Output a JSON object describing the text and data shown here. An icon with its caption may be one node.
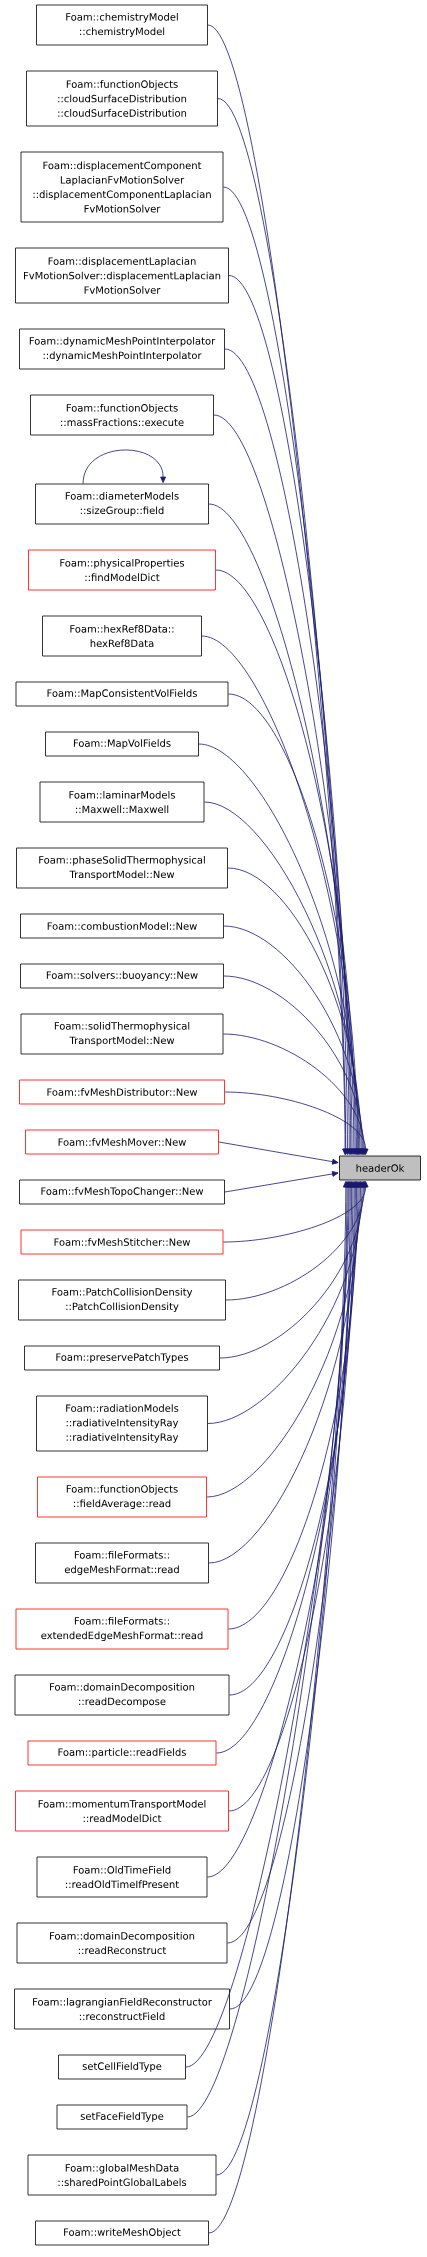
{
  "diagram": {
    "nodes": [
      {
        "text": [
          "Foam::chemistryModel ::chemistryModel"
        ]
      },
      {
        "text": [
          "Foam::functionObjects ::cloudSurfaceDistribution ::cloudSurfaceDistribution"
        ]
      },
      {
        "text": [
          "Foam::displacementComponent LaplacianFvMotionSolver ::displacementComponentLaplacian FvMotionSolver"
        ]
      },
      {
        "text": [
          "Foam::displacementLaplacian FvMotionSolver::displacementLaplacian FvMotionSolver"
        ]
      },
      {
        "text": [
          "Foam::dynamicMeshPointInterpolator ::dynamicMeshPointInterpolator"
        ]
      },
      {
        "text": [
          "Foam::functionObjects ::massFractions::execute"
        ]
      },
      {
        "text": [
          "Foam::diameterModels ::sizeGroup::field"
        ]
      },
      {
        "text": [
          "Foam::physicalProperties ::findModelDict"
        ]
      },
      {
        "text": [
          "Foam::hexRef8Data:: hexRef8Data"
        ]
      },
      {
        "text": [
          "Foam::MapConsistentVolFields"
        ]
      },
      {
        "text": [
          "Foam::MapVolFields"
        ]
      },
      {
        "text": [
          "Foam::laminarModels ::Maxwell::Maxwell"
        ]
      },
      {
        "text": [
          "Foam::phaseSolidThermophysical TransportModel::New"
        ]
      },
      {
        "text": [
          "Foam::combustionModel::New"
        ]
      },
      {
        "text": [
          "Foam::solvers::buoyancy::New"
        ]
      },
      {
        "text": [
          "Foam::solidThermophysical TransportModel::New"
        ]
      },
      {
        "text": [
          "Foam::fvMeshDistributor::New"
        ]
      },
      {
        "text": [
          "Foam::fvMeshMover::New"
        ]
      },
      {
        "text": [
          "Foam::fvMeshTopoChanger::New"
        ]
      },
      {
        "text": [
          "Foam::fvMeshStitcher::New"
        ]
      },
      {
        "text": [
          "Foam::PatchCollisionDensity ::PatchCollisionDensity"
        ]
      },
      {
        "text": [
          "Foam::preservePatchTypes"
        ]
      },
      {
        "text": [
          "Foam::radiationModels ::radiativeIntensityRay ::radiativeIntensityRay"
        ]
      },
      {
        "text": [
          "Foam::functionObjects ::fieldAverage::read"
        ]
      },
      {
        "text": [
          "Foam::fileFormats:: edgeMeshFormat::read"
        ]
      },
      {
        "text": [
          "Foam::fileFormats:: extendedEdgeMeshFormat::read"
        ]
      },
      {
        "text": [
          "Foam::domainDecomposition ::readDecompose"
        ]
      },
      {
        "text": [
          "Foam::particle::readFields"
        ]
      },
      {
        "text": [
          "Foam::momentumTransportModel ::readModelDict"
        ]
      },
      {
        "text": [
          "Foam::OldTimeField ::readOldTimeIfPresent"
        ]
      },
      {
        "text": [
          "Foam::domainDecomposition ::readReconstruct"
        ]
      },
      {
        "text": [
          "Foam::lagrangianFieldReconstructor ::reconstructField"
        ]
      },
      {
        "text": [
          "setCellFieldType"
        ]
      },
      {
        "text": [
          "setFaceFieldType"
        ]
      },
      {
        "text": [
          "Foam::globalMeshData ::sharedPointGlobalLabels"
        ]
      },
      {
        "text": [
          "Foam::writeMeshObject"
        ]
      },
      {
        "text": [
          "headerOk"
        ]
      }
    ],
    "edges": [
      {
        "from": 0,
        "to": 36,
        "arrow": "to"
      },
      {
        "from": 1,
        "to": 36,
        "arrow": "to"
      },
      {
        "from": 2,
        "to": 36,
        "arrow": "to"
      },
      {
        "from": 3,
        "to": 36,
        "arrow": "to"
      },
      {
        "from": 4,
        "to": 36,
        "arrow": "to"
      },
      {
        "from": 5,
        "to": 36,
        "arrow": "to"
      },
      {
        "from": 6,
        "to": 6,
        "arrow": "to"
      },
      {
        "from": 6,
        "to": 36,
        "arrow": "to"
      },
      {
        "from": 7,
        "to": 36,
        "arrow": "to"
      },
      {
        "from": 8,
        "to": 36,
        "arrow": "to"
      },
      {
        "from": 9,
        "to": 36,
        "arrow": "to"
      },
      {
        "from": 10,
        "to": 36,
        "arrow": "to"
      },
      {
        "from": 11,
        "to": 36,
        "arrow": "to"
      },
      {
        "from": 12,
        "to": 36,
        "arrow": "to"
      },
      {
        "from": 13,
        "to": 36,
        "arrow": "to"
      },
      {
        "from": 14,
        "to": 36,
        "arrow": "to"
      },
      {
        "from": 15,
        "to": 36,
        "arrow": "to"
      },
      {
        "from": 16,
        "to": 36,
        "arrow": "to"
      },
      {
        "from": 17,
        "to": 36,
        "arrow": "to"
      },
      {
        "from": 18,
        "to": 36,
        "arrow": "to"
      },
      {
        "from": 19,
        "to": 36,
        "arrow": "to"
      },
      {
        "from": 20,
        "to": 36,
        "arrow": "to"
      },
      {
        "from": 21,
        "to": 36,
        "arrow": "to"
      },
      {
        "from": 22,
        "to": 36,
        "arrow": "to"
      },
      {
        "from": 23,
        "to": 36,
        "arrow": "to"
      },
      {
        "from": 24,
        "to": 36,
        "arrow": "to"
      },
      {
        "from": 25,
        "to": 36,
        "arrow": "to"
      },
      {
        "from": 26,
        "to": 36,
        "arrow": "to"
      },
      {
        "from": 27,
        "to": 36,
        "arrow": "to"
      },
      {
        "from": 28,
        "to": 36,
        "arrow": "to"
      },
      {
        "from": 29,
        "to": 36,
        "arrow": "to"
      },
      {
        "from": 30,
        "to": 36,
        "arrow": "to"
      },
      {
        "from": 31,
        "to": 36,
        "arrow": "to"
      },
      {
        "from": 32,
        "to": 36,
        "arrow": "to"
      },
      {
        "from": 33,
        "to": 36,
        "arrow": "to"
      },
      {
        "from": 34,
        "to": 36,
        "arrow": "to"
      },
      {
        "from": 35,
        "to": 36,
        "arrow": "to"
      }
    ]
  }
}
